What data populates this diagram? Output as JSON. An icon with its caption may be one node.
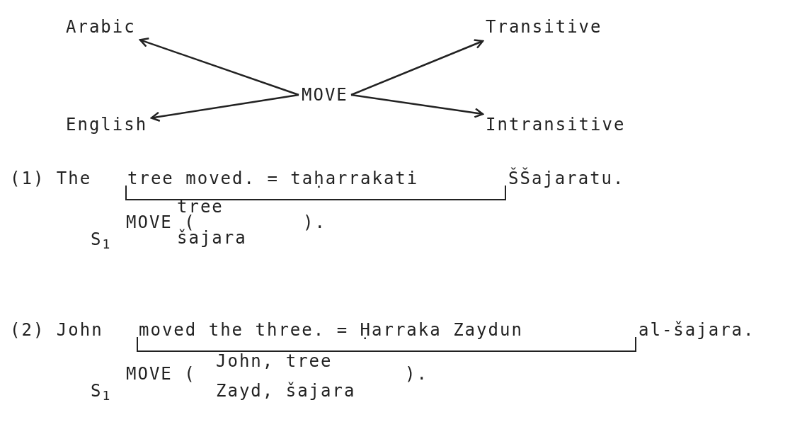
{
  "diagram": {
    "nodes": [
      {
        "text": [
          "MOVE"
        ]
      },
      {
        "text": [
          "Arabic"
        ]
      },
      {
        "text": [
          "English"
        ]
      },
      {
        "text": [
          "Transitive"
        ]
      },
      {
        "text": [
          "Intransitive"
        ]
      }
    ],
    "edges": [
      {
        "from": 0,
        "to": 1,
        "arrow": "to"
      },
      {
        "from": 0,
        "to": 2,
        "arrow": "to"
      },
      {
        "from": 0,
        "to": 3,
        "arrow": "to"
      },
      {
        "from": 0,
        "to": 4,
        "arrow": "to"
      }
    ],
    "labels": [
      "(1) The",
      "tree moved. = taḥarrakati",
      "ŠŠajaratu.",
      "S$_{1}$",
      "MOVE (",
      "tree",
      "šajara",
      ").",
      "(2) John",
      "moved the three. = Ḥarraka Zaydun",
      "al-šajara.",
      "S$_{1}$",
      "MOVE (",
      "John, tree",
      "Zayd, šajara",
      ")."
    ]
  }
}
